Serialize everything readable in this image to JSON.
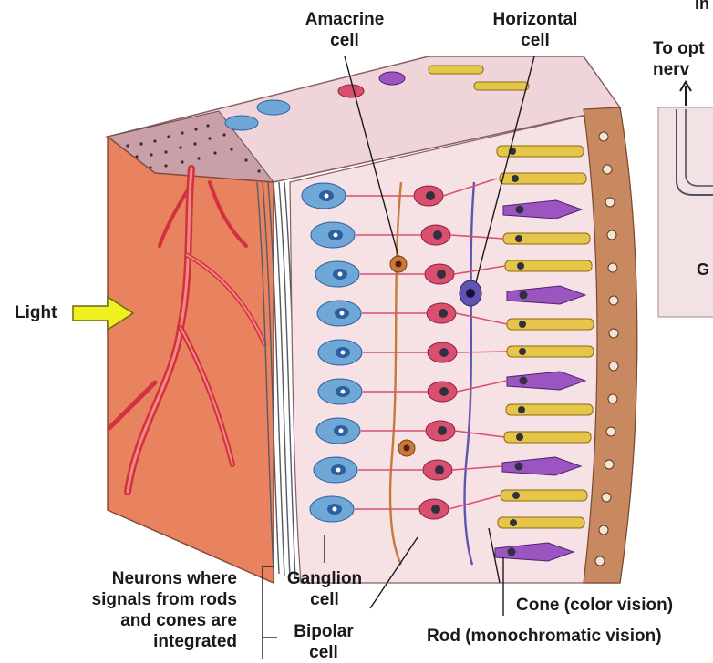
{
  "labels": {
    "amacrine": "Amacrine\ncell",
    "horizontal": "Horizontal\ncell",
    "optic_nerve": "To opt\nnerv",
    "inset_top": "In",
    "inset_g": "G",
    "light": "Light",
    "ganglion": "Ganglion\ncell",
    "bipolar": "Bipolar\ncell",
    "neurons_note": "Neurons where\nsignals from rods\nand cones are\nintegrated",
    "cone": "Cone (color vision)",
    "rod": "Rod (monochromatic vision)"
  },
  "colors": {
    "choroid": "#e8825f",
    "choroid_dark": "#c9604a",
    "vessel": "#d2323c",
    "retina_bg": "#f6e2e4",
    "top_face": "#efd5da",
    "ganglion_cell": "#6fa7d6",
    "ganglion_nucleus": "#2c5fa0",
    "bipolar_cell": "#d9506e",
    "amacrine_cell": "#c8783a",
    "horizontal_cell": "#5f55b0",
    "rod_cell": "#e6c64a",
    "cone_cell": "#9b55c0",
    "epithelium": "#c88860",
    "arrow_light": "#f0f020"
  }
}
